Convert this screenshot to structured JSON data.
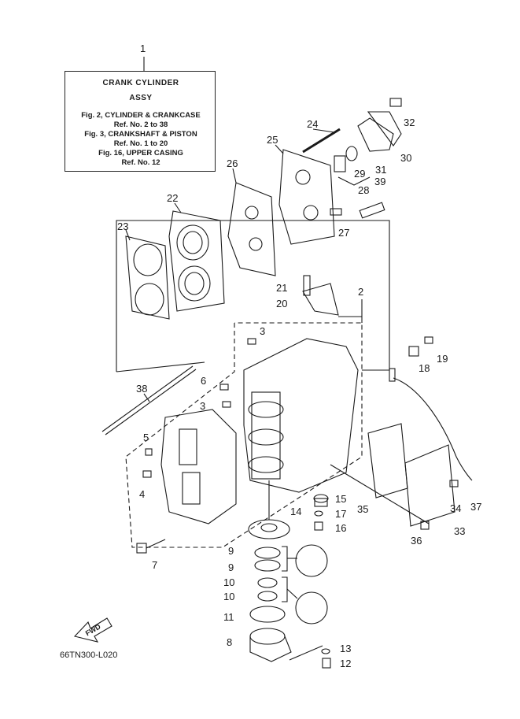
{
  "note": {
    "ref_number": "1",
    "title_line1": "CRANK  CYLINDER",
    "title_line2": "ASSY",
    "refs": [
      "Fig. 2, CYLINDER & CRANKCASE",
      "Ref. No. 2 to 38",
      "Fig. 3, CRANKSHAFT & PISTON",
      "Ref. No. 1 to 20",
      "Fig. 16, UPPER CASING",
      "Ref. No. 12"
    ]
  },
  "fwd_label": "FWD",
  "drawing_code": "66TN300-L020",
  "callouts": [
    "1",
    "2",
    "3",
    "3",
    "4",
    "5",
    "6",
    "7",
    "8",
    "9",
    "9",
    "10",
    "10",
    "11",
    "12",
    "13",
    "14",
    "15",
    "16",
    "17",
    "18",
    "19",
    "20",
    "21",
    "22",
    "23",
    "24",
    "25",
    "26",
    "27",
    "28",
    "29",
    "30",
    "31",
    "32",
    "33",
    "34",
    "35",
    "36",
    "37",
    "38",
    "39"
  ]
}
